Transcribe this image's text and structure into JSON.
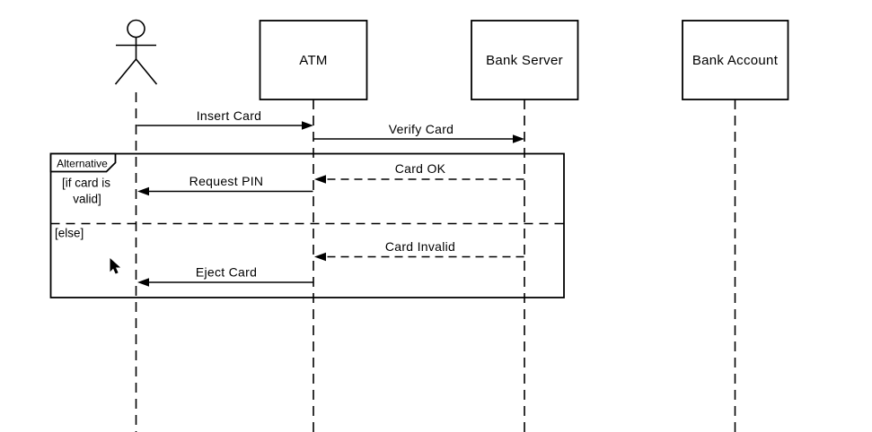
{
  "canvas": {
    "background": "#ffffff",
    "line_color": "#000000"
  },
  "diagram_type": "uml-sequence",
  "participants": [
    {
      "id": "user",
      "kind": "actor",
      "label": ""
    },
    {
      "id": "atm",
      "kind": "object",
      "label": "ATM"
    },
    {
      "id": "bank_server",
      "kind": "object",
      "label": "Bank Server"
    },
    {
      "id": "bank_account",
      "kind": "object",
      "label": "Bank Account"
    }
  ],
  "messages": [
    {
      "label": "Insert Card",
      "from": "user",
      "to": "atm",
      "line": "solid"
    },
    {
      "label": "Verify Card",
      "from": "atm",
      "to": "bank_server",
      "line": "solid"
    },
    {
      "label": "Card OK",
      "from": "bank_server",
      "to": "atm",
      "line": "dashed"
    },
    {
      "label": "Request PIN",
      "from": "atm",
      "to": "user",
      "line": "solid"
    },
    {
      "label": "Card Invalid",
      "from": "bank_server",
      "to": "atm",
      "line": "dashed"
    },
    {
      "label": "Eject Card",
      "from": "atm",
      "to": "user",
      "line": "solid"
    }
  ],
  "fragment": {
    "operator": "Alternative",
    "branches": [
      {
        "guard_line1": "[if card is",
        "guard_line2": "valid]"
      },
      {
        "guard_line1": "[else]",
        "guard_line2": ""
      }
    ]
  }
}
